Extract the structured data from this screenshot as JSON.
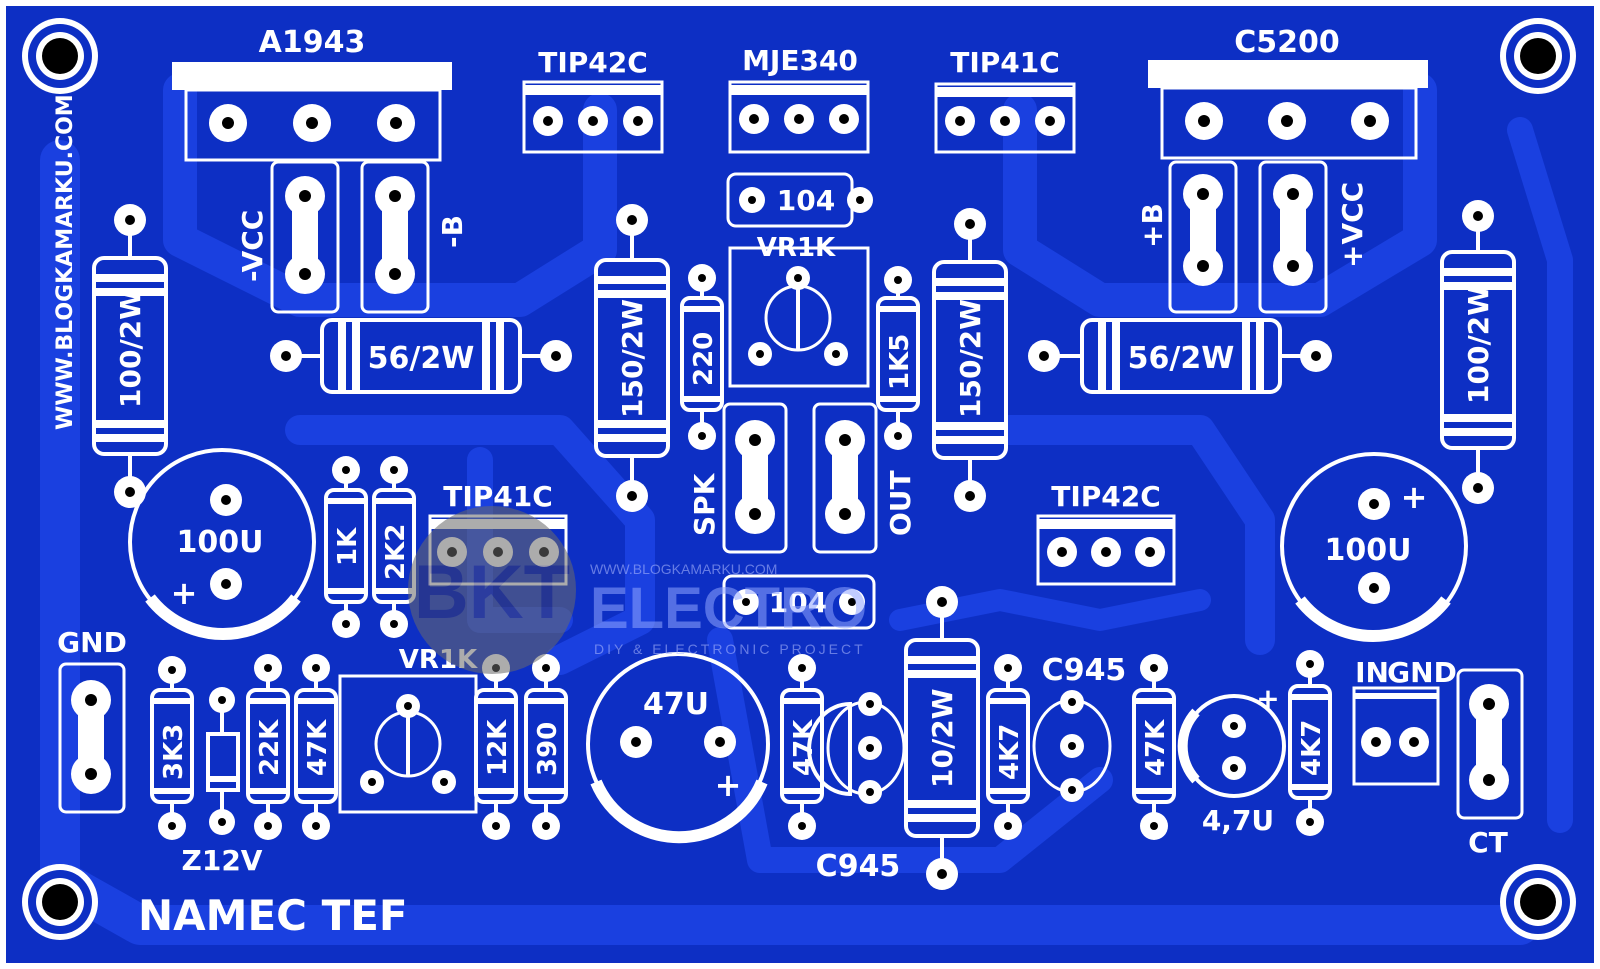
{
  "board": {
    "title": "NAMEC TEF",
    "website": "WWW.BLOGKAMARKU.COM",
    "colors": {
      "board": "#0d2fc4",
      "copper": "#1a40e0",
      "silkscreen": "#ffffff",
      "hole": "#000000"
    }
  },
  "transistors": {
    "q_a1943": "A1943",
    "q_tip42c_top": "TIP42C",
    "q_mje340": "MJE340",
    "q_tip41c_top": "TIP41C",
    "q_c5200": "C5200",
    "q_tip41c_mid": "TIP41C",
    "q_tip42c_mid": "TIP42C",
    "q_c945_left": "C945",
    "q_c945_right": "C945"
  },
  "resistors": {
    "r_100_2w_left": "100/2W",
    "r_100_2w_right": "100/2W",
    "r_56_2w_left": "56/2W",
    "r_56_2w_right": "56/2W",
    "r_150_2w_left": "150/2W",
    "r_150_2w_right": "150/2W",
    "r_220": "220",
    "r_1k5": "1K5",
    "r_1k": "1K",
    "r_2k2": "2K2",
    "r_3k3": "3K3",
    "r_22k": "22K",
    "r_47k_a": "47K",
    "r_12k": "12K",
    "r_390": "390",
    "r_47k_b": "47K",
    "r_10_2w": "10/2W",
    "r_4k7_a": "4K7",
    "r_47k_c": "47K",
    "r_4k7_b": "4K7"
  },
  "capacitors": {
    "c_104_top": "104",
    "c_104_mid": "104",
    "c_100u_left": "100U",
    "c_100u_right": "100U",
    "c_47u": "47U",
    "c_4_7u": "4,7U",
    "plus_sign": "+"
  },
  "others": {
    "vr_top": "VR1K",
    "vr_bottom": "VR1K",
    "zener": "Z12V"
  },
  "connectors": {
    "neg_vcc": "-VCC",
    "neg_b": "-B",
    "pos_b": "+B",
    "pos_vcc": "+VCC",
    "spk": "SPK",
    "out": "OUT",
    "gnd": "GND",
    "in": "IN",
    "in_gnd": "GND",
    "ct": "CT"
  },
  "watermark": {
    "logo": "BKT",
    "brand": "ELECTRO",
    "tagline": "DIY & ELECTRONIC PROJECT",
    "url": "WWW.BLOGKAMARKU.COM"
  }
}
